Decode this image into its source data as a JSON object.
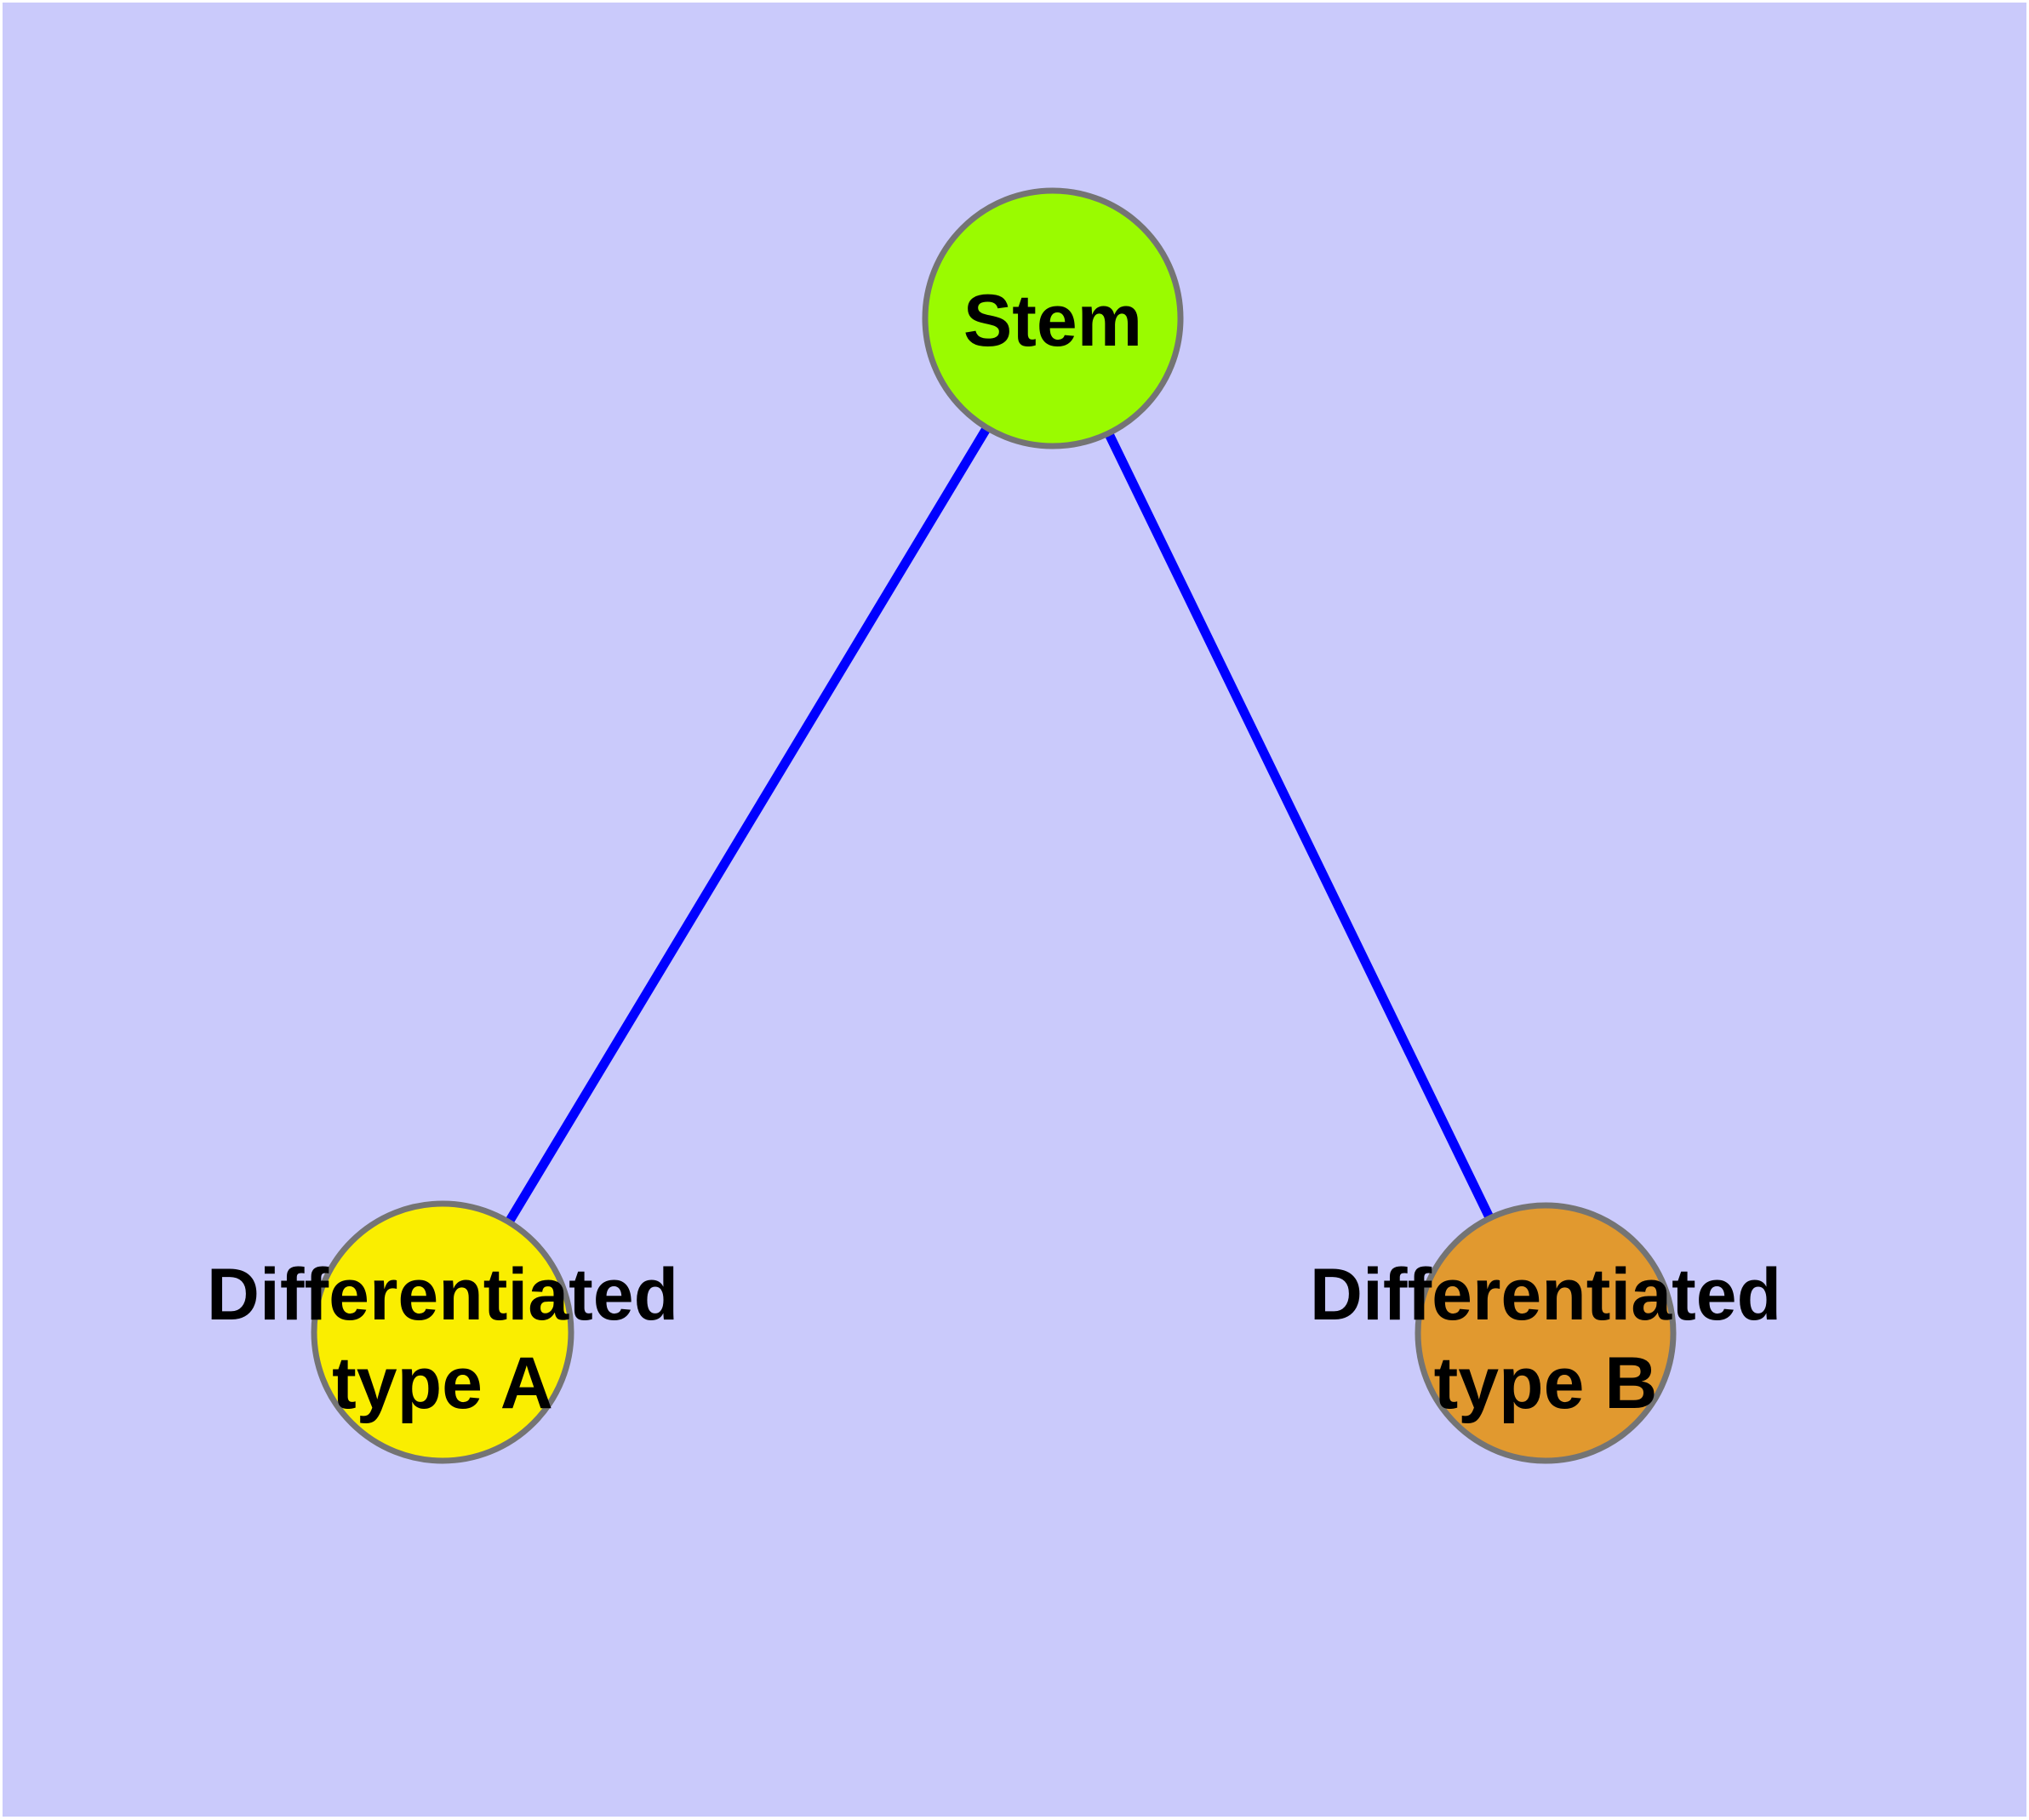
{
  "graph": {
    "background_color": "#CACAFB",
    "margin_color": "#FFFFFF",
    "edge_color": "#0000FF",
    "node_border_color": "#747474",
    "label_color": "#000000",
    "nodes": [
      {
        "id": "stem",
        "label_line1": "Stem",
        "label_line2": "",
        "full_label": "Stem",
        "fill": "#9AFB00"
      },
      {
        "id": "type-a",
        "label_line1": "Differentiated",
        "label_line2": "type A",
        "full_label": "Differentiated type A",
        "fill": "#FAEE00"
      },
      {
        "id": "type-b",
        "label_line1": "Differentiated",
        "label_line2": "type B",
        "full_label": "Differentiated type B",
        "fill": "#E1992F"
      }
    ],
    "edges": [
      {
        "from": "Stem",
        "to": "Differentiated type A"
      },
      {
        "from": "Stem",
        "to": "Differentiated type B"
      }
    ]
  }
}
